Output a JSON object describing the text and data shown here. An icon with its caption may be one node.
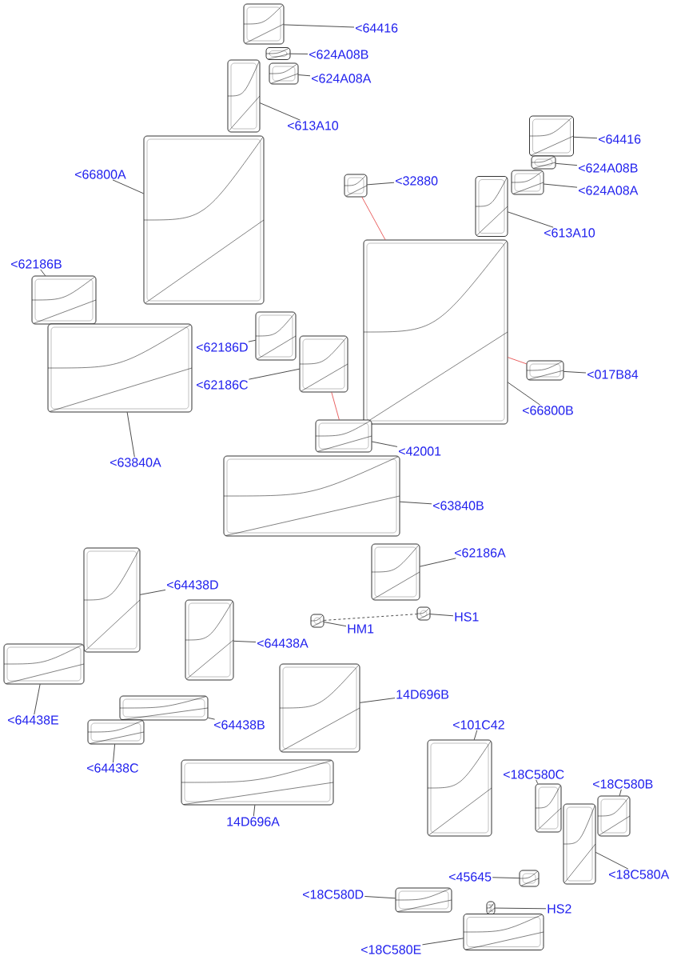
{
  "diagram": {
    "nodes": [
      {
        "text": [
          "<64416"
        ]
      },
      {
        "text": [],
        "shape": "picture"
      },
      {
        "text": [
          "<624A08B"
        ]
      },
      {
        "text": [],
        "shape": "picture"
      },
      {
        "text": [
          "<624A08A"
        ]
      },
      {
        "text": [],
        "shape": "picture"
      },
      {
        "text": [
          "<613A10"
        ]
      },
      {
        "text": [],
        "shape": "picture"
      },
      {
        "text": [
          "<66800A"
        ]
      },
      {
        "text": [],
        "shape": "picture"
      },
      {
        "text": [
          "<62186B"
        ]
      },
      {
        "text": [],
        "shape": "picture"
      },
      {
        "text": [
          "<63840A"
        ]
      },
      {
        "text": [],
        "shape": "picture"
      },
      {
        "text": [
          "<62186D"
        ]
      },
      {
        "text": [],
        "shape": "picture"
      },
      {
        "text": [
          "<62186C"
        ]
      },
      {
        "text": [],
        "shape": "picture"
      },
      {
        "text": [
          "<32880"
        ]
      },
      {
        "text": [],
        "shape": "picture"
      },
      {
        "text": [
          "<64416"
        ]
      },
      {
        "text": [],
        "shape": "picture"
      },
      {
        "text": [
          "<624A08B"
        ]
      },
      {
        "text": [],
        "shape": "picture"
      },
      {
        "text": [
          "<624A08A"
        ]
      },
      {
        "text": [],
        "shape": "picture"
      },
      {
        "text": [
          "<613A10"
        ]
      },
      {
        "text": [],
        "shape": "picture"
      },
      {
        "text": [
          "<66800B"
        ]
      },
      {
        "text": [],
        "shape": "picture"
      },
      {
        "text": [
          "<017B84"
        ]
      },
      {
        "text": [],
        "shape": "picture"
      },
      {
        "text": [
          "<42001"
        ]
      },
      {
        "text": [],
        "shape": "picture"
      },
      {
        "text": [
          "<63840B"
        ]
      },
      {
        "text": [],
        "shape": "picture"
      },
      {
        "text": [
          "<62186A"
        ]
      },
      {
        "text": [],
        "shape": "picture"
      },
      {
        "text": [
          "<64438D"
        ]
      },
      {
        "text": [],
        "shape": "picture"
      },
      {
        "text": [
          "HM1"
        ]
      },
      {
        "text": [],
        "shape": "picture"
      },
      {
        "text": [
          "HS1"
        ]
      },
      {
        "text": [],
        "shape": "picture"
      },
      {
        "text": [
          "<64438A"
        ]
      },
      {
        "text": [],
        "shape": "picture"
      },
      {
        "text": [
          "<64438E"
        ]
      },
      {
        "text": [],
        "shape": "picture"
      },
      {
        "text": [
          "14D696B"
        ]
      },
      {
        "text": [],
        "shape": "picture"
      },
      {
        "text": [
          "<64438B"
        ]
      },
      {
        "text": [],
        "shape": "picture"
      },
      {
        "text": [
          "<64438C"
        ]
      },
      {
        "text": [],
        "shape": "picture"
      },
      {
        "text": [
          "<101C42"
        ]
      },
      {
        "text": [],
        "shape": "picture"
      },
      {
        "text": [
          "<18C580C"
        ]
      },
      {
        "text": [],
        "shape": "picture"
      },
      {
        "text": [
          "<18C580B"
        ]
      },
      {
        "text": [],
        "shape": "picture"
      },
      {
        "text": [
          "14D696A"
        ]
      },
      {
        "text": [],
        "shape": "picture"
      },
      {
        "text": [
          "<45645"
        ]
      },
      {
        "text": [],
        "shape": "picture"
      },
      {
        "text": [
          "<18C580A"
        ]
      },
      {
        "text": [],
        "shape": "picture"
      },
      {
        "text": [
          "<18C580D"
        ]
      },
      {
        "text": [],
        "shape": "picture"
      },
      {
        "text": [
          "HS2"
        ]
      },
      {
        "text": [],
        "shape": "picture"
      },
      {
        "text": [
          "<18C580E"
        ]
      },
      {
        "text": [],
        "shape": "picture"
      }
    ],
    "edges": [
      {
        "from": 0,
        "to": 1,
        "arrow": "none"
      },
      {
        "from": 2,
        "to": 3,
        "arrow": "none"
      },
      {
        "from": 4,
        "to": 5,
        "arrow": "none"
      },
      {
        "from": 6,
        "to": 7,
        "arrow": "none"
      },
      {
        "from": 8,
        "to": 9,
        "arrow": "none"
      },
      {
        "from": 10,
        "to": 11,
        "arrow": "none"
      },
      {
        "from": 12,
        "to": 13,
        "arrow": "none"
      },
      {
        "from": 14,
        "to": 15,
        "arrow": "none"
      },
      {
        "from": 16,
        "to": 17,
        "arrow": "none"
      },
      {
        "from": 18,
        "to": 19,
        "arrow": "none"
      },
      {
        "from": 20,
        "to": 21,
        "arrow": "none"
      },
      {
        "from": 22,
        "to": 23,
        "arrow": "none"
      },
      {
        "from": 24,
        "to": 25,
        "arrow": "none"
      },
      {
        "from": 26,
        "to": 27,
        "arrow": "none"
      },
      {
        "from": 28,
        "to": 29,
        "arrow": "none"
      },
      {
        "from": 30,
        "to": 31,
        "arrow": "none"
      },
      {
        "from": 32,
        "to": 33,
        "arrow": "none"
      },
      {
        "from": 34,
        "to": 35,
        "arrow": "none"
      },
      {
        "from": 36,
        "to": 37,
        "arrow": "none"
      },
      {
        "from": 38,
        "to": 39,
        "arrow": "none"
      },
      {
        "from": 40,
        "to": 41,
        "arrow": "none"
      },
      {
        "from": 42,
        "to": 43,
        "arrow": "none"
      },
      {
        "from": 44,
        "to": 45,
        "arrow": "none"
      },
      {
        "from": 46,
        "to": 47,
        "arrow": "none"
      },
      {
        "from": 48,
        "to": 49,
        "arrow": "none"
      },
      {
        "from": 50,
        "to": 51,
        "arrow": "none"
      },
      {
        "from": 52,
        "to": 53,
        "arrow": "none"
      },
      {
        "from": 54,
        "to": 55,
        "arrow": "none"
      },
      {
        "from": 56,
        "to": 57,
        "arrow": "none"
      },
      {
        "from": 58,
        "to": 59,
        "arrow": "none"
      },
      {
        "from": 60,
        "to": 61,
        "arrow": "none"
      },
      {
        "from": 62,
        "to": 63,
        "arrow": "none"
      },
      {
        "from": 64,
        "to": 65,
        "arrow": "none"
      },
      {
        "from": 66,
        "to": 67,
        "arrow": "none"
      },
      {
        "from": 68,
        "to": 69,
        "arrow": "none"
      },
      {
        "from": 70,
        "to": 71,
        "arrow": "none"
      },
      {
        "from": 19,
        "to": 29,
        "arrow": "none",
        "color": "#e02020"
      },
      {
        "from": 31,
        "to": 29,
        "arrow": "none",
        "color": "#e02020"
      },
      {
        "from": 17,
        "to": 33,
        "arrow": "none",
        "color": "#e02020"
      },
      {
        "from": 41,
        "to": 43,
        "arrow": "none",
        "style": "dashed"
      }
    ]
  }
}
